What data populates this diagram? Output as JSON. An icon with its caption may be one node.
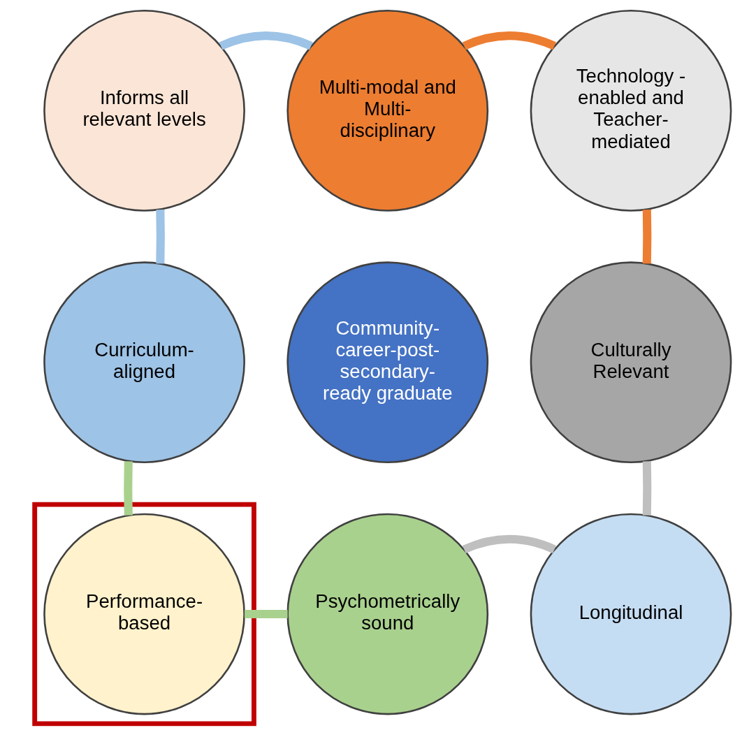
{
  "diagram": {
    "nodes": [
      {
        "text": [
          "Informs all relevant levels"
        ]
      },
      {
        "text": [
          "Multi-modal and Multi-disciplinary"
        ]
      },
      {
        "text": [
          "Technology -enabled and Teacher-mediated"
        ]
      },
      {
        "text": [
          "Curriculum-aligned"
        ]
      },
      {
        "text": [
          "Community-career-post-secondary-ready graduate"
        ]
      },
      {
        "text": [
          "Culturally Relevant"
        ]
      },
      {
        "text": [],
        "shape": "box"
      },
      {
        "text": [
          "Performance-based"
        ],
        "in": 6
      },
      {
        "text": [
          "Psychometrically sound"
        ]
      },
      {
        "text": [
          "Longitudinal"
        ]
      }
    ],
    "edges": [
      {
        "from": 0,
        "to": 1,
        "arrow": "none",
        "color": "#9dc3e6"
      },
      {
        "from": 1,
        "to": 2,
        "arrow": "none",
        "color": "#ed7d31"
      },
      {
        "from": 2,
        "to": 5,
        "arrow": "none",
        "color": "#ed7d31"
      },
      {
        "from": 5,
        "to": 9,
        "arrow": "none",
        "color": "#bfbfbf"
      },
      {
        "from": 9,
        "to": 8,
        "arrow": "none",
        "color": "#bfbfbf"
      },
      {
        "from": 8,
        "to": 7,
        "arrow": "none",
        "color": "#a9d18e"
      },
      {
        "from": 7,
        "to": 3,
        "arrow": "none",
        "color": "#a9d18e"
      },
      {
        "from": 3,
        "to": 0,
        "arrow": "none",
        "color": "#9dc3e6"
      }
    ]
  }
}
